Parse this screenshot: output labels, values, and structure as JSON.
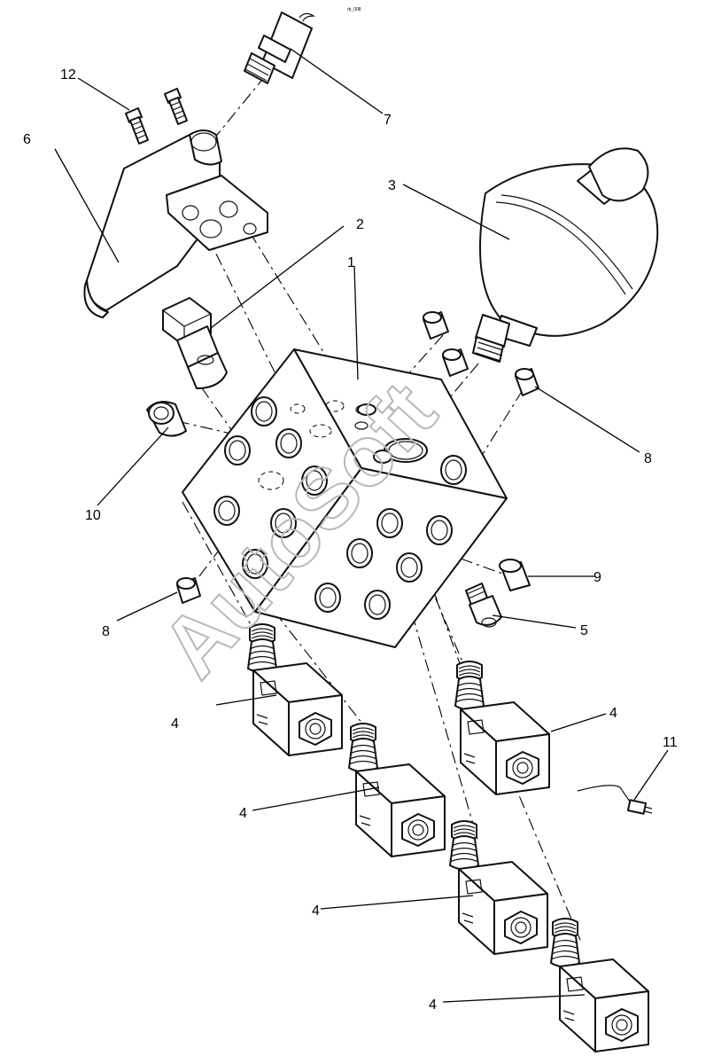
{
  "diagram": {
    "corner_code": "rb_008",
    "watermark": "AutoSoft",
    "callouts": [
      {
        "id": "c1",
        "label": "1"
      },
      {
        "id": "c2",
        "label": "2"
      },
      {
        "id": "c3",
        "label": "3"
      },
      {
        "id": "c4a",
        "label": "4"
      },
      {
        "id": "c4b",
        "label": "4"
      },
      {
        "id": "c4c",
        "label": "4"
      },
      {
        "id": "c4d",
        "label": "4"
      },
      {
        "id": "c4e",
        "label": "4"
      },
      {
        "id": "c5",
        "label": "5"
      },
      {
        "id": "c6",
        "label": "6"
      },
      {
        "id": "c7",
        "label": "7"
      },
      {
        "id": "c8a",
        "label": "8"
      },
      {
        "id": "c8b",
        "label": "8"
      },
      {
        "id": "c9",
        "label": "9"
      },
      {
        "id": "c10",
        "label": "10"
      },
      {
        "id": "c11",
        "label": "11"
      },
      {
        "id": "c12",
        "label": "12"
      }
    ]
  }
}
